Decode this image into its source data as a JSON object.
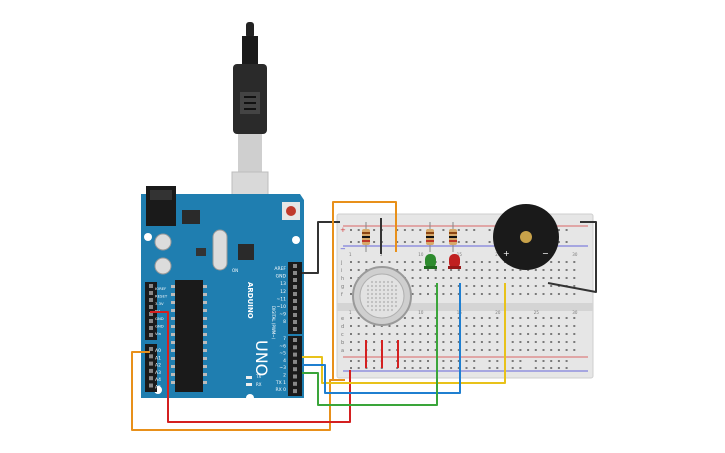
{
  "arduino": {
    "brand": "ARDUINO",
    "model": "UNO",
    "top_header_labels": [
      "AREF",
      "GND",
      "13",
      "12",
      "~11",
      "~10",
      "~9",
      "8"
    ],
    "bottom_header_labels": [
      "7",
      "~6",
      "~5",
      "4",
      "~3",
      "2",
      "TX 1",
      "RX 0"
    ],
    "digital_caption": "DIGITAL (PWM~)",
    "power_labels": [
      "IOREF",
      "RESET",
      "3.3V",
      "5V",
      "GND",
      "GND",
      "Vin"
    ],
    "analog_labels": [
      "A0",
      "A1",
      "A2",
      "A3",
      "A4",
      "A5"
    ],
    "tx_label": "TX",
    "rx_label": "RX",
    "on_label": "ON"
  },
  "breadboard": {
    "row_letters_top": [
      "j",
      "i",
      "h",
      "g",
      "f"
    ],
    "row_letters_bottom": [
      "e",
      "d",
      "c",
      "b",
      "a"
    ],
    "column_numbers": [
      "1",
      "5",
      "10",
      "15",
      "20",
      "25",
      "30"
    ],
    "rail_plus": "+",
    "rail_minus": "−"
  },
  "buzzer": {
    "plus_label": "+",
    "minus_label": "−"
  },
  "colors": {
    "board": "#1f7eb0",
    "usb": "#222222",
    "led_green": "#2e8b2e",
    "led_red": "#c02020",
    "wire_orange": "#e8901a",
    "wire_yellow": "#e8c21a",
    "wire_red": "#d42020",
    "wire_green": "#3aa53a",
    "wire_blue": "#1f7fd0",
    "wire_black": "#333333"
  }
}
